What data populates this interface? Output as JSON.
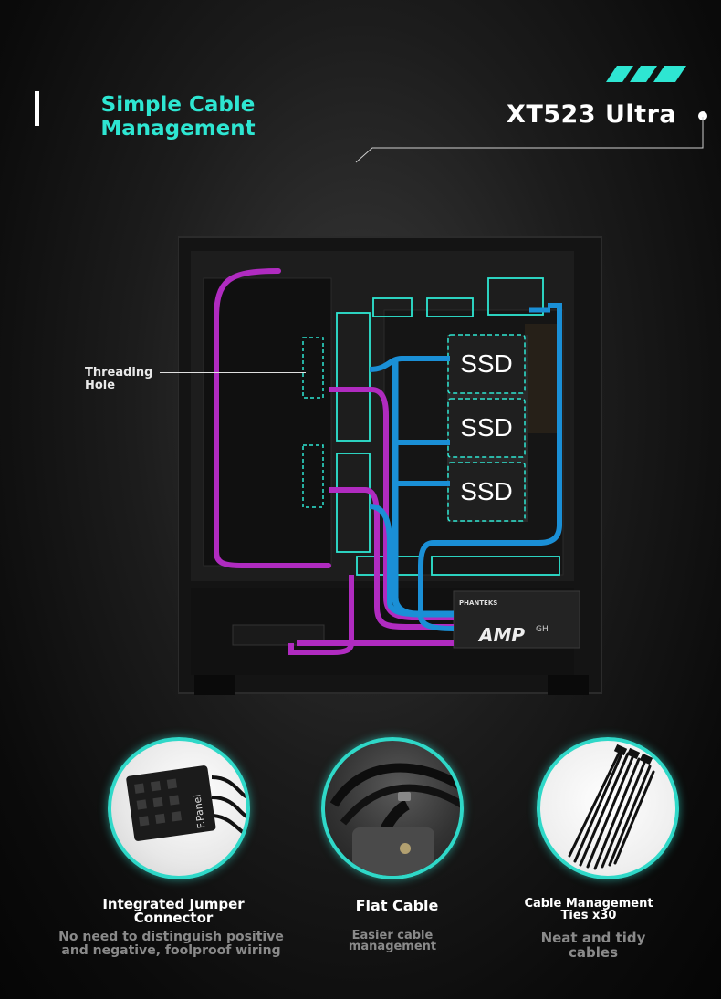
{
  "header": {
    "headline_line1": "Simple Cable",
    "headline_line2": "Management",
    "model": "XT523 Ultra"
  },
  "diagram": {
    "callout": "Threading\nHole",
    "ssd_labels": [
      "SSD",
      "SSD",
      "SSD"
    ],
    "psu_brand": "PHANTEKS",
    "psu_model": "AMP",
    "psu_model_suffix": "GH"
  },
  "features": [
    {
      "title": "Integrated Jumper\nConnector",
      "description": "No need to distinguish positive\nand negative, foolproof wiring",
      "image_label": "F.Panel"
    },
    {
      "title": "Flat Cable",
      "description": "Easier cable\nmanagement"
    },
    {
      "title": "Cable Management\nTies x30",
      "description": "Neat and tidy\ncables"
    }
  ],
  "colors": {
    "accent": "#2ee6d2",
    "cable_purple": "#b02bc0",
    "cable_blue": "#1a8fd6",
    "background": "#141414"
  }
}
